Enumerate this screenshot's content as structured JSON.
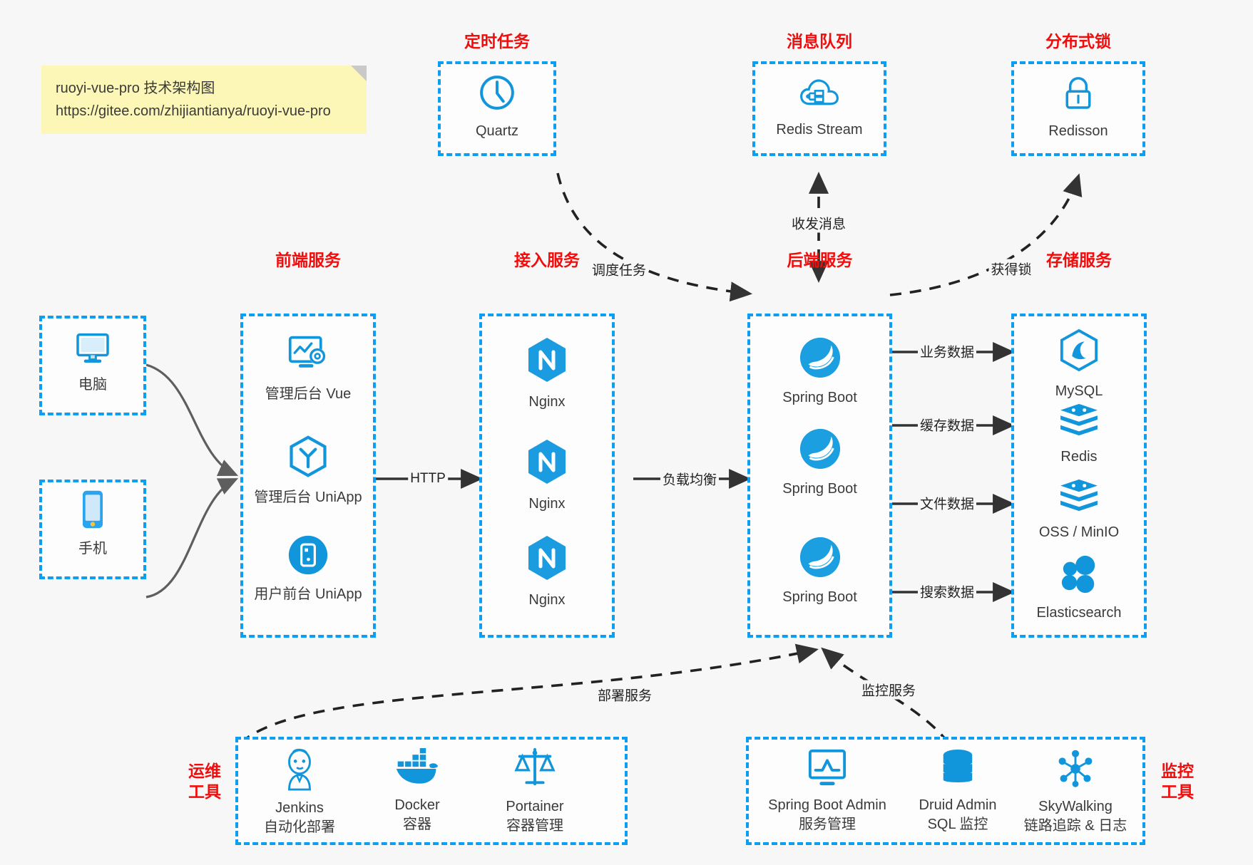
{
  "note": {
    "line1": "ruoyi-vue-pro 技术架构图",
    "line2": "https://gitee.com/zhijiantianya/ruoyi-vue-pro"
  },
  "colors": {
    "box_border": "#0c9ef0",
    "group_title": "#f20d0d",
    "icon_blue": "#1296db",
    "edge": "#333333",
    "note_bg": "#fcf7b6",
    "page_bg": "#f7f7f7"
  },
  "groups": {
    "scheduler": {
      "title": "定时任务",
      "nodes": [
        {
          "label": "Quartz",
          "icon": "clock-icon"
        }
      ]
    },
    "mq": {
      "title": "消息队列",
      "nodes": [
        {
          "label": "Redis Stream",
          "icon": "cloud-network-icon"
        }
      ]
    },
    "lock": {
      "title": "分布式锁",
      "nodes": [
        {
          "label": "Redisson",
          "icon": "lock-icon"
        }
      ]
    },
    "clients": {
      "nodes": [
        {
          "label": "电脑",
          "icon": "desktop-computer-icon"
        },
        {
          "label": "手机",
          "icon": "mobile-phone-icon"
        }
      ]
    },
    "frontend": {
      "title": "前端服务",
      "nodes": [
        {
          "label": "管理后台 Vue",
          "icon": "admin-dashboard-icon"
        },
        {
          "label": "管理后台 UniApp",
          "icon": "uniapp-cube-icon"
        },
        {
          "label": "用户前台 UniApp",
          "icon": "mobile-app-circle-icon"
        }
      ]
    },
    "gateway": {
      "title": "接入服务",
      "nodes": [
        {
          "label": "Nginx",
          "icon": "nginx-icon"
        },
        {
          "label": "Nginx",
          "icon": "nginx-icon"
        },
        {
          "label": "Nginx",
          "icon": "nginx-icon"
        }
      ]
    },
    "backend": {
      "title": "后端服务",
      "nodes": [
        {
          "label": "Spring Boot",
          "icon": "spring-boot-icon"
        },
        {
          "label": "Spring Boot",
          "icon": "spring-boot-icon"
        },
        {
          "label": "Spring Boot",
          "icon": "spring-boot-icon"
        }
      ]
    },
    "storage": {
      "title": "存储服务",
      "nodes": [
        {
          "label": "MySQL",
          "icon": "mysql-icon"
        },
        {
          "label": "Redis",
          "icon": "redis-icon"
        },
        {
          "label": "OSS / MinIO",
          "icon": "oss-minio-icon"
        },
        {
          "label": "Elasticsearch",
          "icon": "elasticsearch-icon"
        }
      ]
    },
    "devops": {
      "title_line1": "运维",
      "title_line2": "工具",
      "nodes": [
        {
          "label": "Jenkins",
          "sub": "自动化部署",
          "icon": "jenkins-icon"
        },
        {
          "label": "Docker",
          "sub": "容器",
          "icon": "docker-icon"
        },
        {
          "label": "Portainer",
          "sub": "容器管理",
          "icon": "portainer-scales-icon"
        }
      ]
    },
    "monitor": {
      "title_line1": "监控",
      "title_line2": "工具",
      "nodes": [
        {
          "label": "Spring Boot Admin",
          "sub": "服务管理",
          "icon": "monitor-chart-icon"
        },
        {
          "label": "Druid Admin",
          "sub": "SQL 监控",
          "icon": "database-stack-icon"
        },
        {
          "label": "SkyWalking",
          "sub": "链路追踪 & 日志",
          "icon": "skywalking-icon"
        }
      ]
    }
  },
  "edges": [
    {
      "id": "http",
      "label": "HTTP"
    },
    {
      "id": "load-balance",
      "label": "负载均衡"
    },
    {
      "id": "schedule-task",
      "label": "调度任务"
    },
    {
      "id": "send-receive-message",
      "label": "收发消息"
    },
    {
      "id": "acquire-lock",
      "label": "获得锁"
    },
    {
      "id": "business-data",
      "label": "业务数据"
    },
    {
      "id": "cache-data",
      "label": "缓存数据"
    },
    {
      "id": "file-data",
      "label": "文件数据"
    },
    {
      "id": "search-data",
      "label": "搜索数据"
    },
    {
      "id": "deploy-service",
      "label": "部署服务"
    },
    {
      "id": "monitor-service",
      "label": "监控服务"
    }
  ]
}
